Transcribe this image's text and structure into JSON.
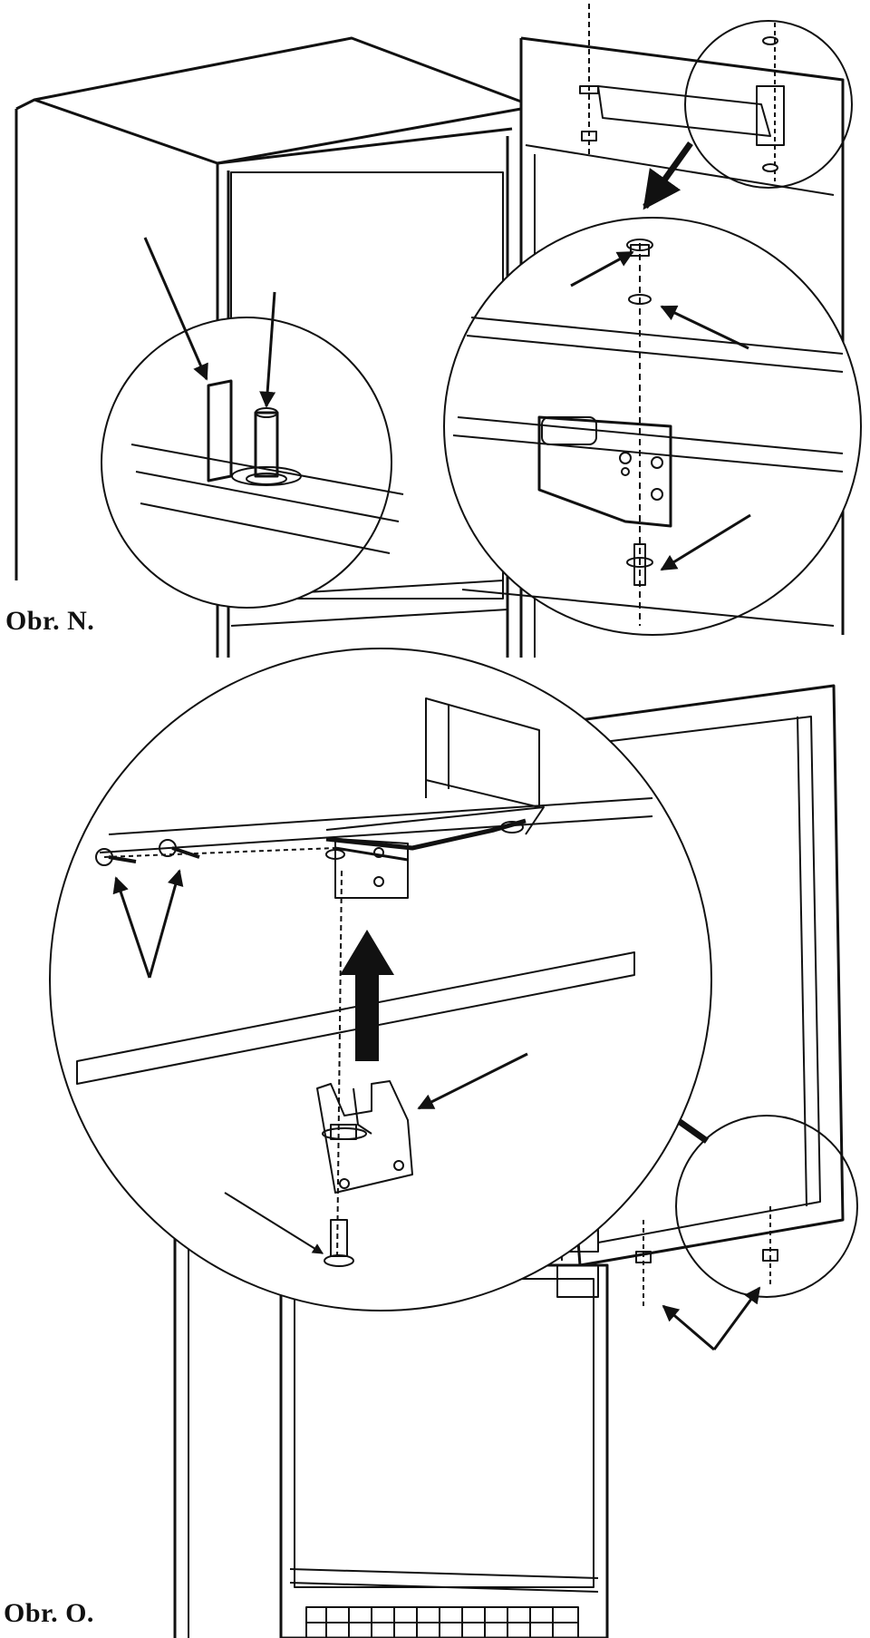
{
  "figures": [
    {
      "id": "N",
      "label": "Obr. N."
    },
    {
      "id": "O",
      "label": "Obr. O."
    }
  ]
}
